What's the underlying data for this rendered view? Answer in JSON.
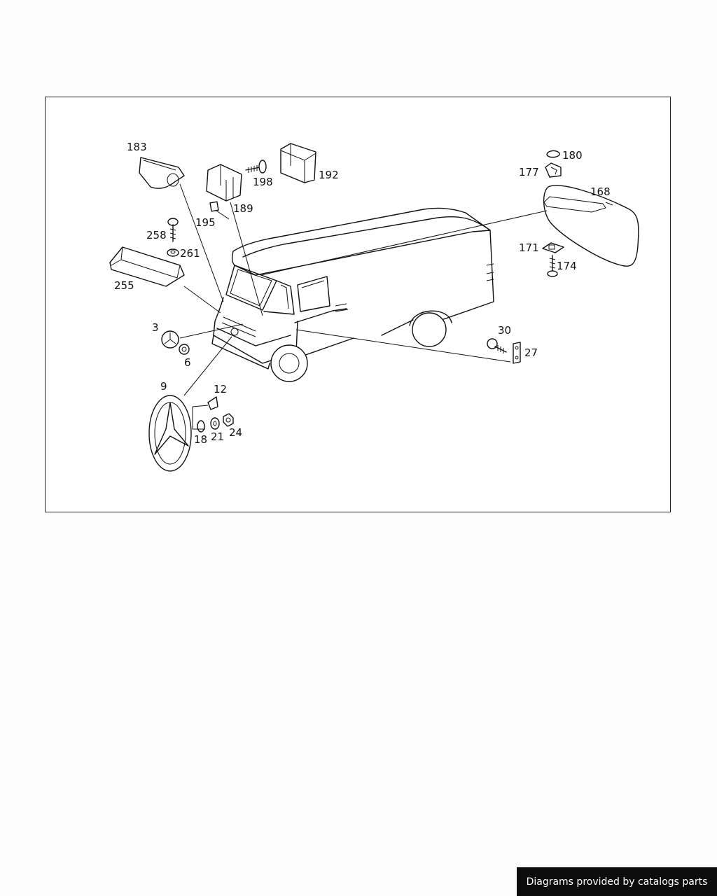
{
  "diagram": {
    "callouts": [
      {
        "id": "183",
        "text": "183"
      },
      {
        "id": "189",
        "text": "189"
      },
      {
        "id": "195",
        "text": "195"
      },
      {
        "id": "198",
        "text": "198"
      },
      {
        "id": "192",
        "text": "192"
      },
      {
        "id": "180",
        "text": "180"
      },
      {
        "id": "177",
        "text": "177"
      },
      {
        "id": "168",
        "text": "168"
      },
      {
        "id": "171",
        "text": "171"
      },
      {
        "id": "174",
        "text": "174"
      },
      {
        "id": "258",
        "text": "258"
      },
      {
        "id": "261",
        "text": "261"
      },
      {
        "id": "255",
        "text": "255"
      },
      {
        "id": "3",
        "text": "3"
      },
      {
        "id": "6",
        "text": "6"
      },
      {
        "id": "9",
        "text": "9"
      },
      {
        "id": "12",
        "text": "12"
      },
      {
        "id": "18",
        "text": "18"
      },
      {
        "id": "21",
        "text": "21"
      },
      {
        "id": "24",
        "text": "24"
      },
      {
        "id": "30",
        "text": "30"
      },
      {
        "id": "27",
        "text": "27"
      }
    ]
  },
  "footer": {
    "credit": "Diagrams provided by catalogs parts"
  }
}
